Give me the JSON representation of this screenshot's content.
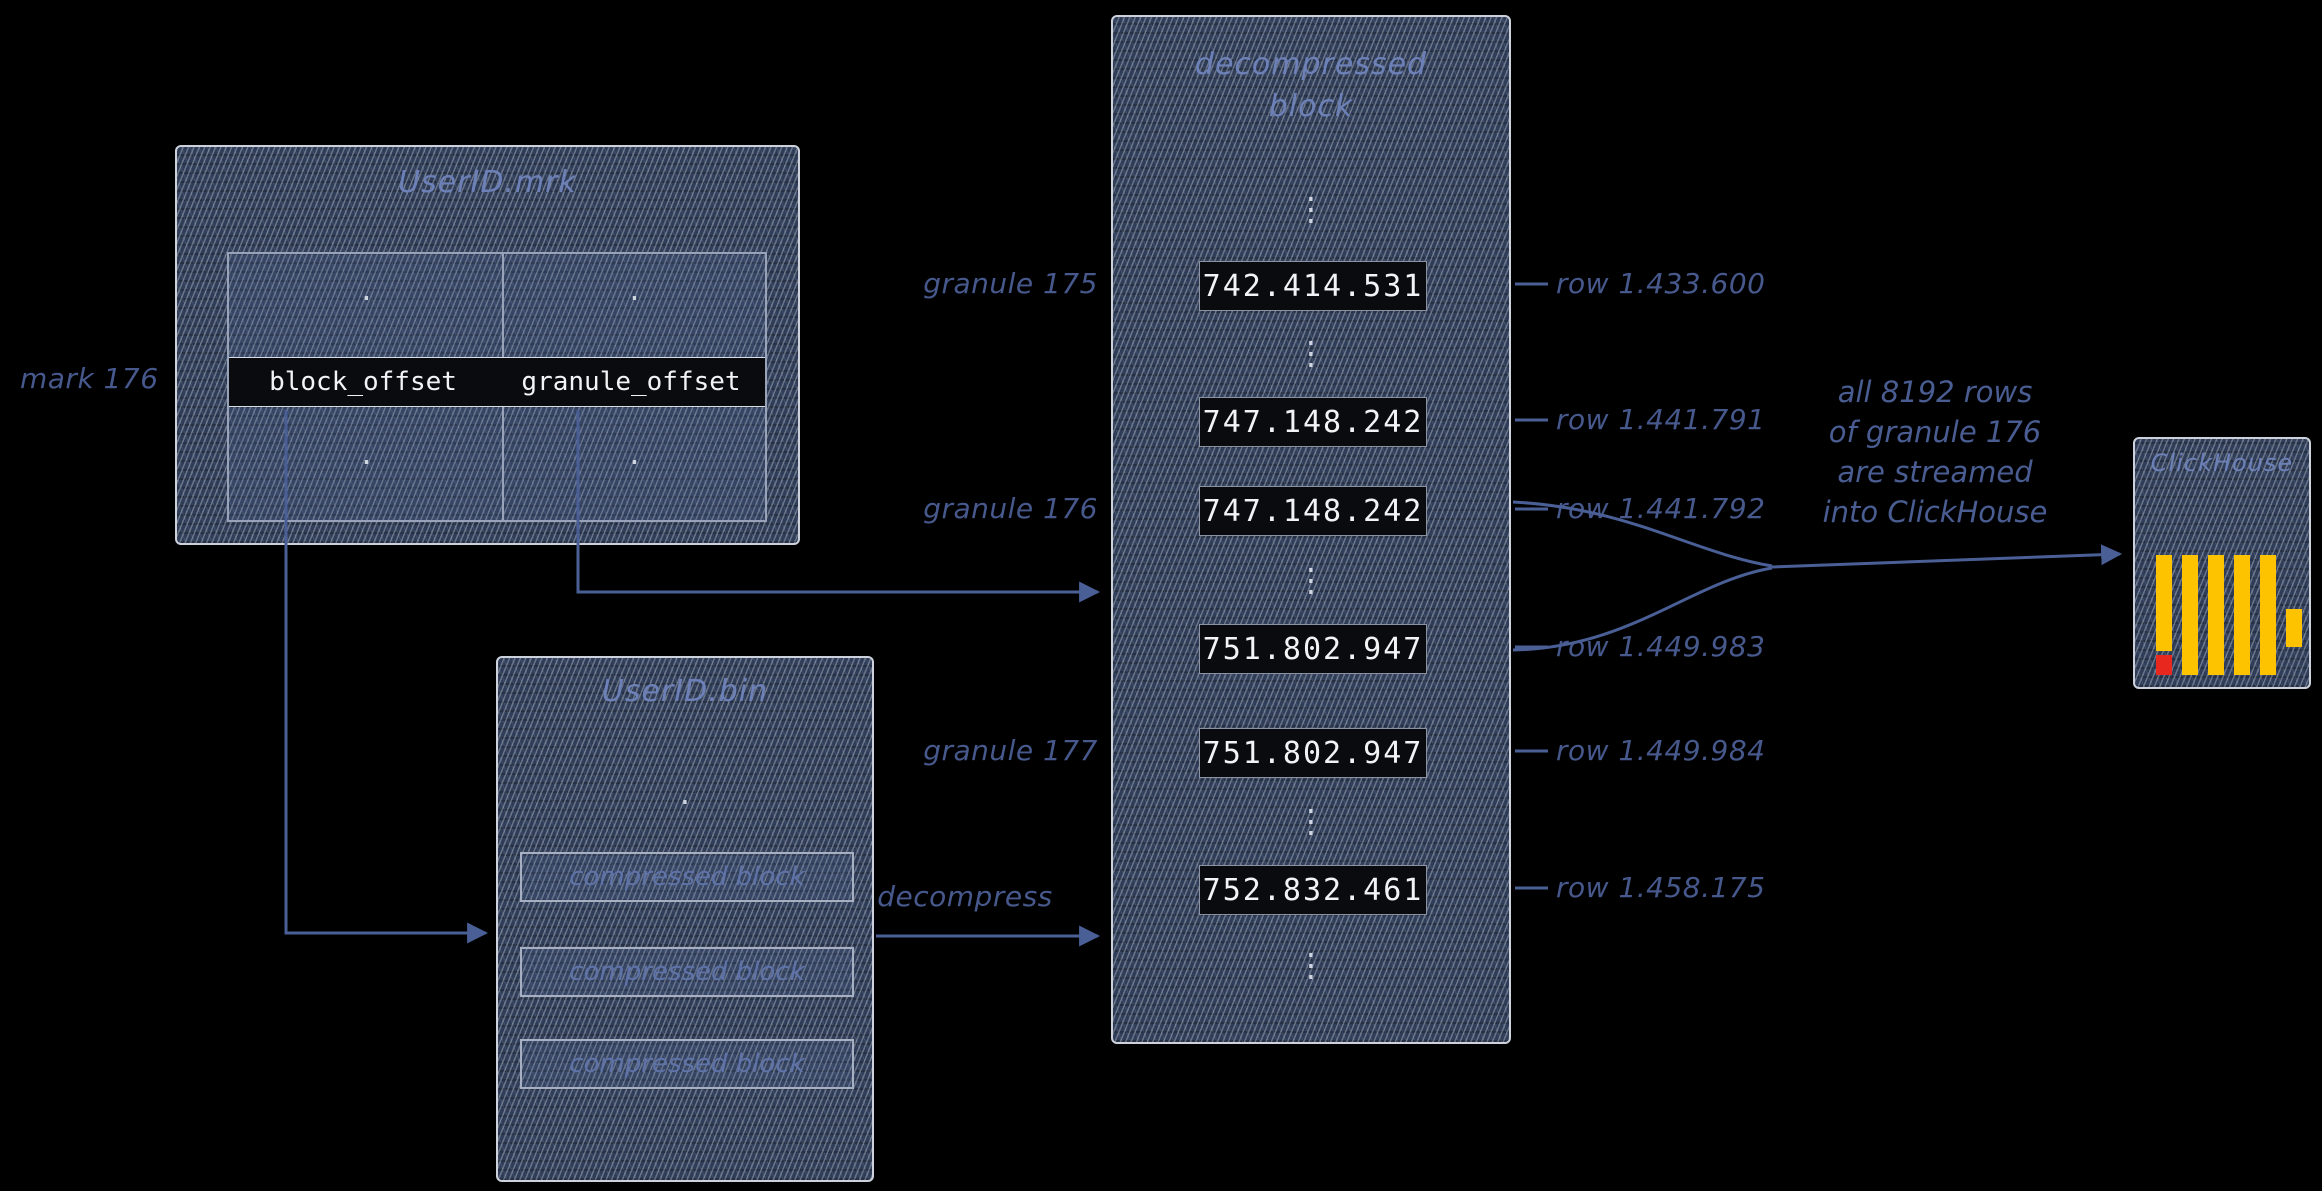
{
  "colors": {
    "background": "#000000",
    "label_blue": "#47598c",
    "title_blue": "#6d81b8",
    "cell_bg": "#0a0b0e",
    "cell_text": "#f2f3f5",
    "arrow_blue": "#4a5f96",
    "logo_yellow": "#fdc300",
    "logo_red": "#e8281e"
  },
  "mrk_file": {
    "title": "UserID.mrk",
    "mark_label": "mark 176",
    "columns": {
      "col1": "block_offset",
      "col2": "granule_offset"
    }
  },
  "bin_file": {
    "title": "UserID.bin",
    "rows": [
      "compressed block",
      "compressed block",
      "compressed block"
    ]
  },
  "block": {
    "title_line1": "decompressed",
    "title_line2": "block",
    "values": [
      "742.414.531",
      "747.148.242",
      "747.148.242",
      "751.802.947",
      "751.802.947",
      "752.832.461"
    ],
    "granules": [
      "granule 175",
      "granule 176",
      "granule 177"
    ],
    "rows": [
      "row 1.433.600",
      "row 1.441.791",
      "row 1.441.792",
      "row 1.449.983",
      "row 1.449.984",
      "row 1.458.175"
    ]
  },
  "labels": {
    "decompress": "decompress",
    "stream_lines": [
      "all 8192 rows",
      "of granule 176",
      "are streamed",
      "into ClickHouse"
    ]
  },
  "clickhouse": {
    "label": "ClickHouse"
  },
  "glyphs": {
    "vdots": "⋮",
    "dot": "·"
  }
}
